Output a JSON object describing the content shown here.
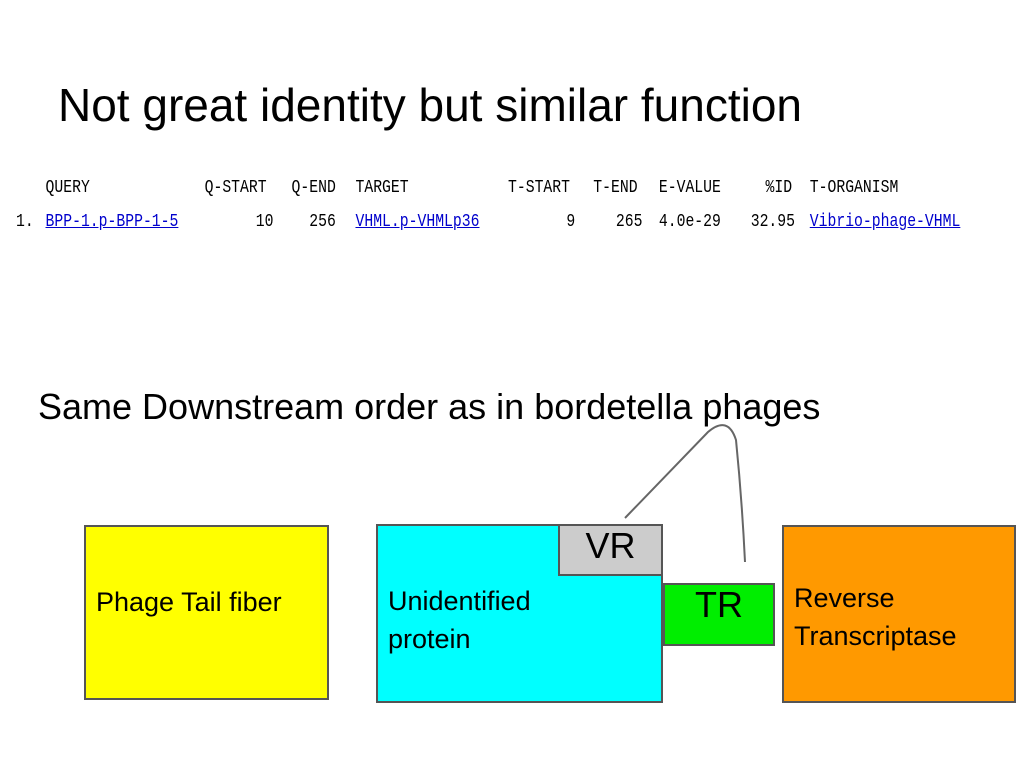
{
  "title": "Not great identity but similar function",
  "blast": {
    "headers": [
      "QUERY",
      "Q-START",
      "Q-END",
      "TARGET",
      "T-START",
      "T-END",
      "E-VALUE",
      "%ID",
      "T-ORGANISM"
    ],
    "row": {
      "num": "1.",
      "query": "BPP-1.p-BPP-1-5",
      "q_start": "10",
      "q_end": "256",
      "target": "VHML.p-VHMLp36",
      "t_start": "9",
      "t_end": "265",
      "e_value": "4.0e-29",
      "pct_id": "32.95",
      "t_organism": "Vibrio-phage-VHML"
    }
  },
  "note": "Same Downstream order as in bordetella phages",
  "boxes": {
    "tail_fiber": {
      "label": "Phage Tail fiber",
      "color": "#ffff00"
    },
    "unidentified": {
      "label": "Unidentified protein",
      "color": "#00ffff"
    },
    "vr": {
      "label": "VR",
      "color": "#cccccc"
    },
    "tr": {
      "label": "TR",
      "color": "#00ee00"
    },
    "rt": {
      "label": "Reverse Transcriptase",
      "color": "#ff9900"
    }
  }
}
